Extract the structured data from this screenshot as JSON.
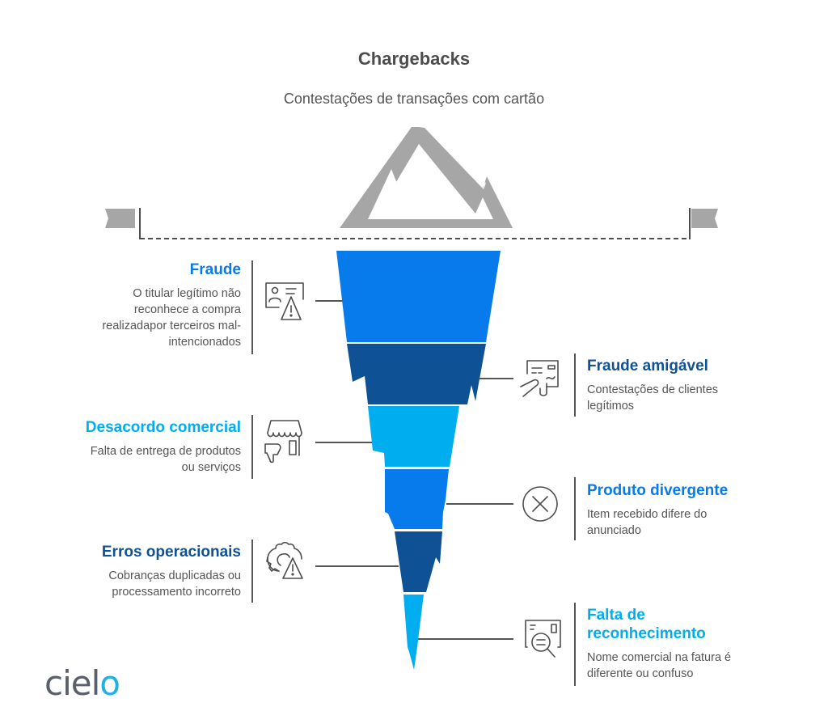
{
  "header": {
    "title": "Chargebacks",
    "subtitle": "Contestações de transações com cartão"
  },
  "colors": {
    "blue_primary": "#077beb",
    "blue_dark": "#0f5195",
    "blue_light": "#00aeef",
    "mountain_gray": "#a6a6a6",
    "line_gray": "#555555",
    "text_gray": "#555555"
  },
  "iceberg_layers": [
    {
      "id": "fraude",
      "color": "#077beb",
      "title": "Fraude",
      "title_color": "#077beb",
      "description": "O titular legítimo não reconhece a compra realizadapor terceiros mal-intencionados",
      "desc_lines": [
        "O titular legítimo não",
        "reconhece a compra",
        "realizadapor terceiros mal-",
        "intencionados"
      ],
      "icon": "id-card-warning-icon",
      "side": "left"
    },
    {
      "id": "fraude-amigavel",
      "color": "#0f5195",
      "title": "Fraude amigável",
      "title_color": "#0f5195",
      "description": "Contestações de clientes legítimos",
      "desc_lines": [
        "Contestações de clientes",
        "legítimos"
      ],
      "icon": "card-signature-icon",
      "side": "right"
    },
    {
      "id": "desacordo-comercial",
      "color": "#00aeef",
      "title": "Desacordo comercial",
      "title_color": "#00aeef",
      "description": "Falta de entrega de produtos ou serviços",
      "desc_lines": [
        "Falta de entrega de produtos",
        "ou serviços"
      ],
      "icon": "store-thumbs-down-icon",
      "side": "left"
    },
    {
      "id": "produto-divergente",
      "color": "#077beb",
      "title": "Produto divergente",
      "title_color": "#077beb",
      "description": "Item recebido difere do anunciado",
      "desc_lines": [
        "Item recebido difere do",
        "anunciado"
      ],
      "icon": "circle-x-icon",
      "side": "right"
    },
    {
      "id": "erros-operacionais",
      "color": "#0f5195",
      "title": "Erros operacionais",
      "title_color": "#0f5195",
      "description": "Cobranças duplicadas ou processamento incorreto",
      "desc_lines": [
        "Cobranças duplicadas ou",
        "processamento incorreto"
      ],
      "icon": "gear-warning-icon",
      "side": "left"
    },
    {
      "id": "falta-reconhecimento",
      "color": "#00aeef",
      "title": "Falta de reconhecimento",
      "title_lines": [
        "Falta de",
        "reconhecimento"
      ],
      "title_color": "#00aeef",
      "description": "Nome comercial na fatura é diferente ou confuso",
      "desc_lines": [
        "Nome comercial na fatura é",
        "diferente ou confuso"
      ],
      "icon": "invoice-search-icon",
      "side": "right"
    }
  ],
  "logo": {
    "text_main": "ciel",
    "text_accent": "o"
  }
}
